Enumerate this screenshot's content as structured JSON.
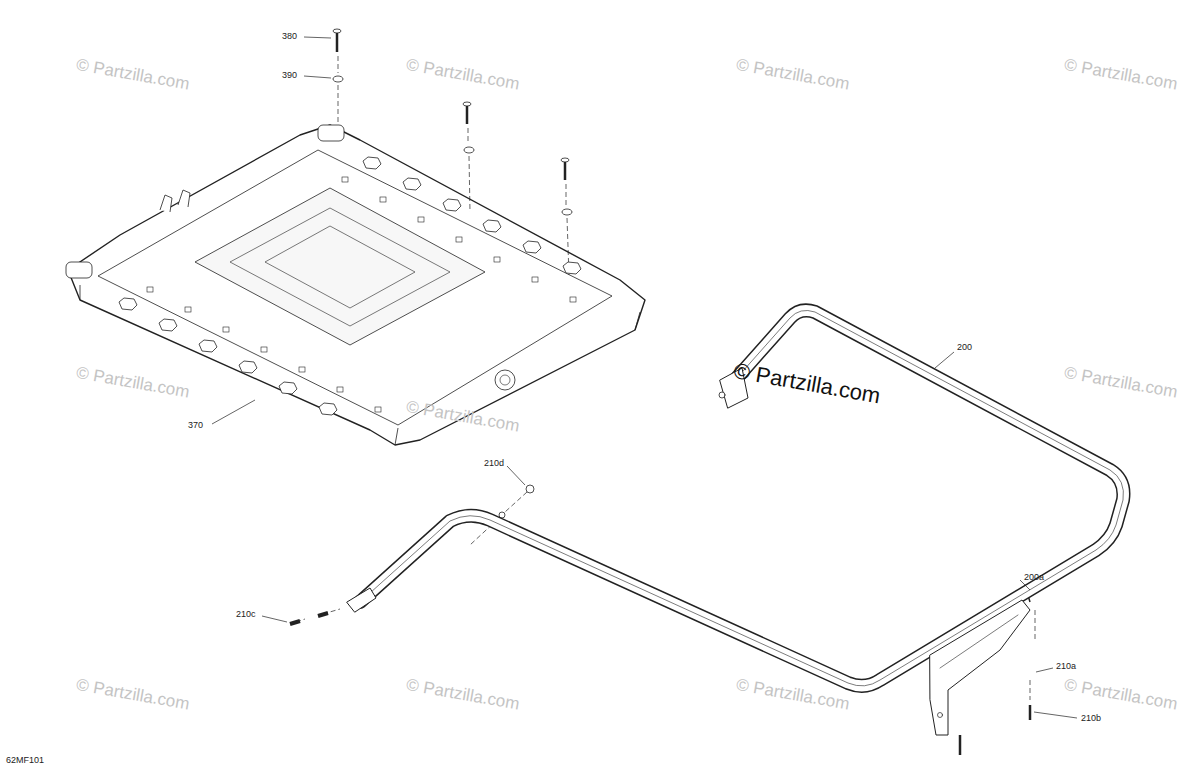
{
  "diagram": {
    "labels": [
      "380",
      "390",
      "370",
      "200",
      "210d",
      "210c",
      "200a",
      "210a",
      "210b",
      "62MF101",
      "© Partzilla.com",
      "© Partzilla.com",
      "© Partzilla.com",
      "© Partzilla.com",
      "© Partzilla.com",
      "© Partzilla.com",
      "© Partzilla.com",
      "© Partzilla.com",
      "© Partzilla.com",
      "© Partzilla.com",
      "© Partzilla.com",
      "© Partzilla.com"
    ]
  }
}
